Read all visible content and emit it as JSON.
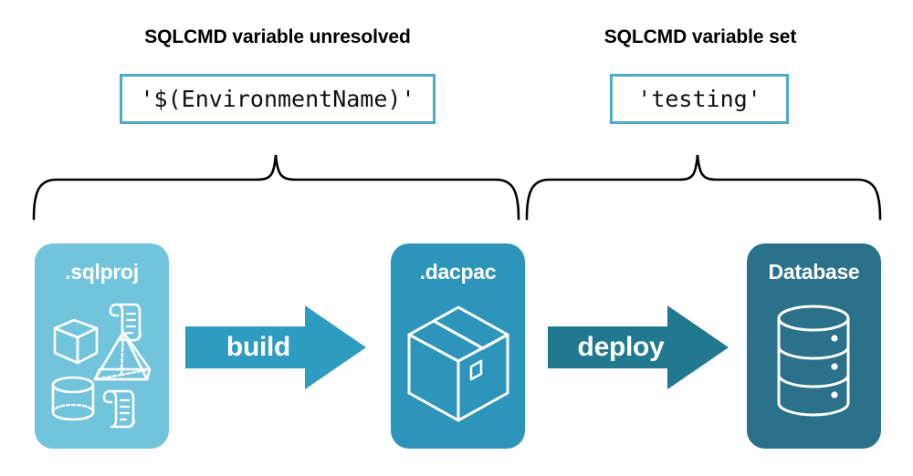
{
  "diagram": {
    "title_implied": "SQLCMD variable resolution across build and deploy",
    "sections": [
      {
        "caption": "SQLCMD variable unresolved",
        "value": "'$(EnvironmentName)'"
      },
      {
        "caption": "SQLCMD variable set",
        "value": "'testing'"
      }
    ],
    "stages": [
      {
        "label": ".sqlproj",
        "icon": "project-shapes-icon",
        "fill": "#72C4DC"
      },
      {
        "label": ".dacpac",
        "icon": "package-box-icon",
        "fill": "#2E95BA"
      },
      {
        "label": "Database",
        "icon": "database-cylinder-icon",
        "fill": "#2A7189"
      }
    ],
    "arrows": [
      {
        "label": "build",
        "icon": "right-arrow-icon",
        "fill": "#2E9BC0"
      },
      {
        "label": "deploy",
        "icon": "right-arrow-icon",
        "fill": "#20798F"
      }
    ],
    "colors": {
      "background": "#FFFFFF",
      "code_box_border": "#4FA9C8",
      "brace_stroke": "#000000",
      "caption_text": "#000000",
      "stage_label_text": "#FFFFFF"
    }
  }
}
